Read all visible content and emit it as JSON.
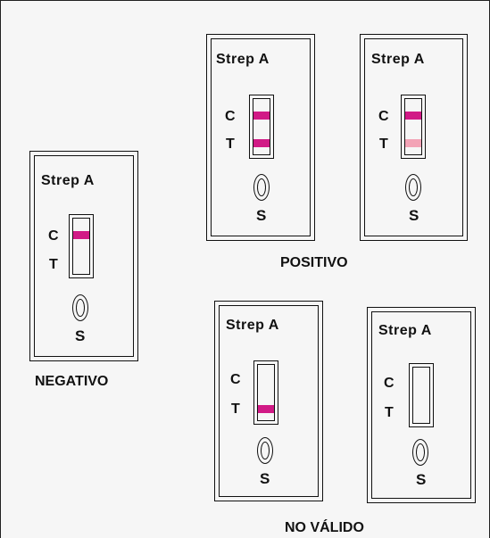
{
  "device_label": "Strep  A",
  "control_line_label": "C",
  "test_line_label": "T",
  "sample_well_label": "S",
  "captions": {
    "negative": "NEGATIVO",
    "positive": "POSITIVO",
    "invalid": "NO VÁLIDO"
  },
  "colors": {
    "band_strong": "#d11a86",
    "band_weak": "#f3a3b6",
    "outline": "#111111"
  },
  "cassettes": [
    {
      "result": "negative",
      "control_band": "strong",
      "test_band": "none"
    },
    {
      "result": "positive",
      "control_band": "strong",
      "test_band": "strong"
    },
    {
      "result": "positive",
      "control_band": "strong",
      "test_band": "weak"
    },
    {
      "result": "invalid",
      "control_band": "none",
      "test_band": "strong"
    },
    {
      "result": "invalid",
      "control_band": "none",
      "test_band": "none"
    }
  ]
}
